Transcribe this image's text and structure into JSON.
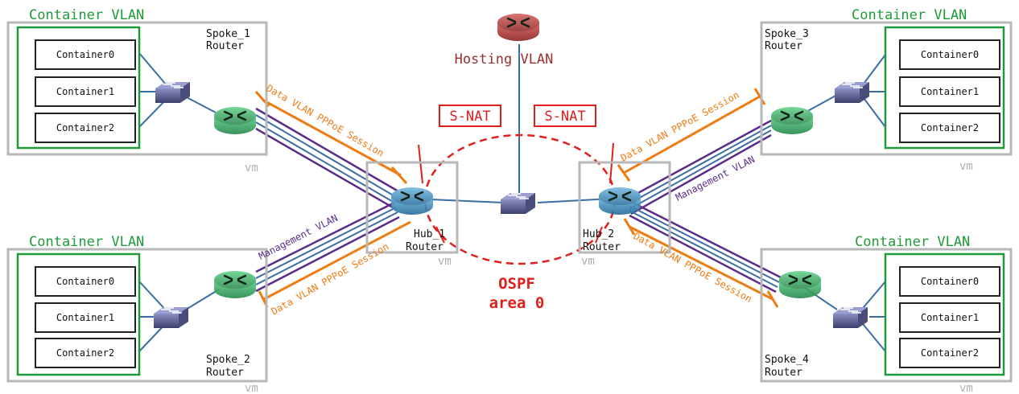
{
  "spokes": [
    {
      "vlan_title": "Container VLAN",
      "router_line1": "Spoke_1",
      "router_line2": "Router",
      "vm": "vm",
      "containers": [
        "Container0",
        "Container1",
        "Container2"
      ]
    },
    {
      "vlan_title": "Container VLAN",
      "router_line1": "Spoke_2",
      "router_line2": "Router",
      "vm": "vm",
      "containers": [
        "Container0",
        "Container1",
        "Container2"
      ]
    },
    {
      "vlan_title": "Container VLAN",
      "router_line1": "Spoke_3",
      "router_line2": "Router",
      "vm": "vm",
      "containers": [
        "Container0",
        "Container1",
        "Container2"
      ]
    },
    {
      "vlan_title": "Container VLAN",
      "router_line1": "Spoke_4",
      "router_line2": "Router",
      "vm": "vm",
      "containers": [
        "Container0",
        "Container1",
        "Container2"
      ]
    }
  ],
  "hubs": [
    {
      "line1": "Hub_1",
      "line2": "Router",
      "vm": "vm"
    },
    {
      "line1": "Hub_2",
      "line2": "Router",
      "vm": "vm"
    }
  ],
  "hosting": {
    "label": "Hosting VLAN"
  },
  "snat": [
    "S-NAT",
    "S-NAT"
  ],
  "ospf": {
    "line1": "OSPF",
    "line2": "area 0"
  },
  "link_labels": {
    "data_pppoe": "Data VLAN PPPoE Session",
    "management": "Management VLAN"
  },
  "icons": {
    "router": "router-icon",
    "switch": "switch-icon"
  },
  "colors": {
    "container_vlan": "#1f9a3a",
    "data_link": "#ee7c12",
    "management_link": "#5b2d8a",
    "blue_link": "#3b6ea5",
    "snat_ospf": "#dd1f1f",
    "hosting_router": "#b33a3a",
    "spoke_router": "#2e9a5a",
    "hub_router": "#3a86b8",
    "switch": "#5c5f8f"
  }
}
